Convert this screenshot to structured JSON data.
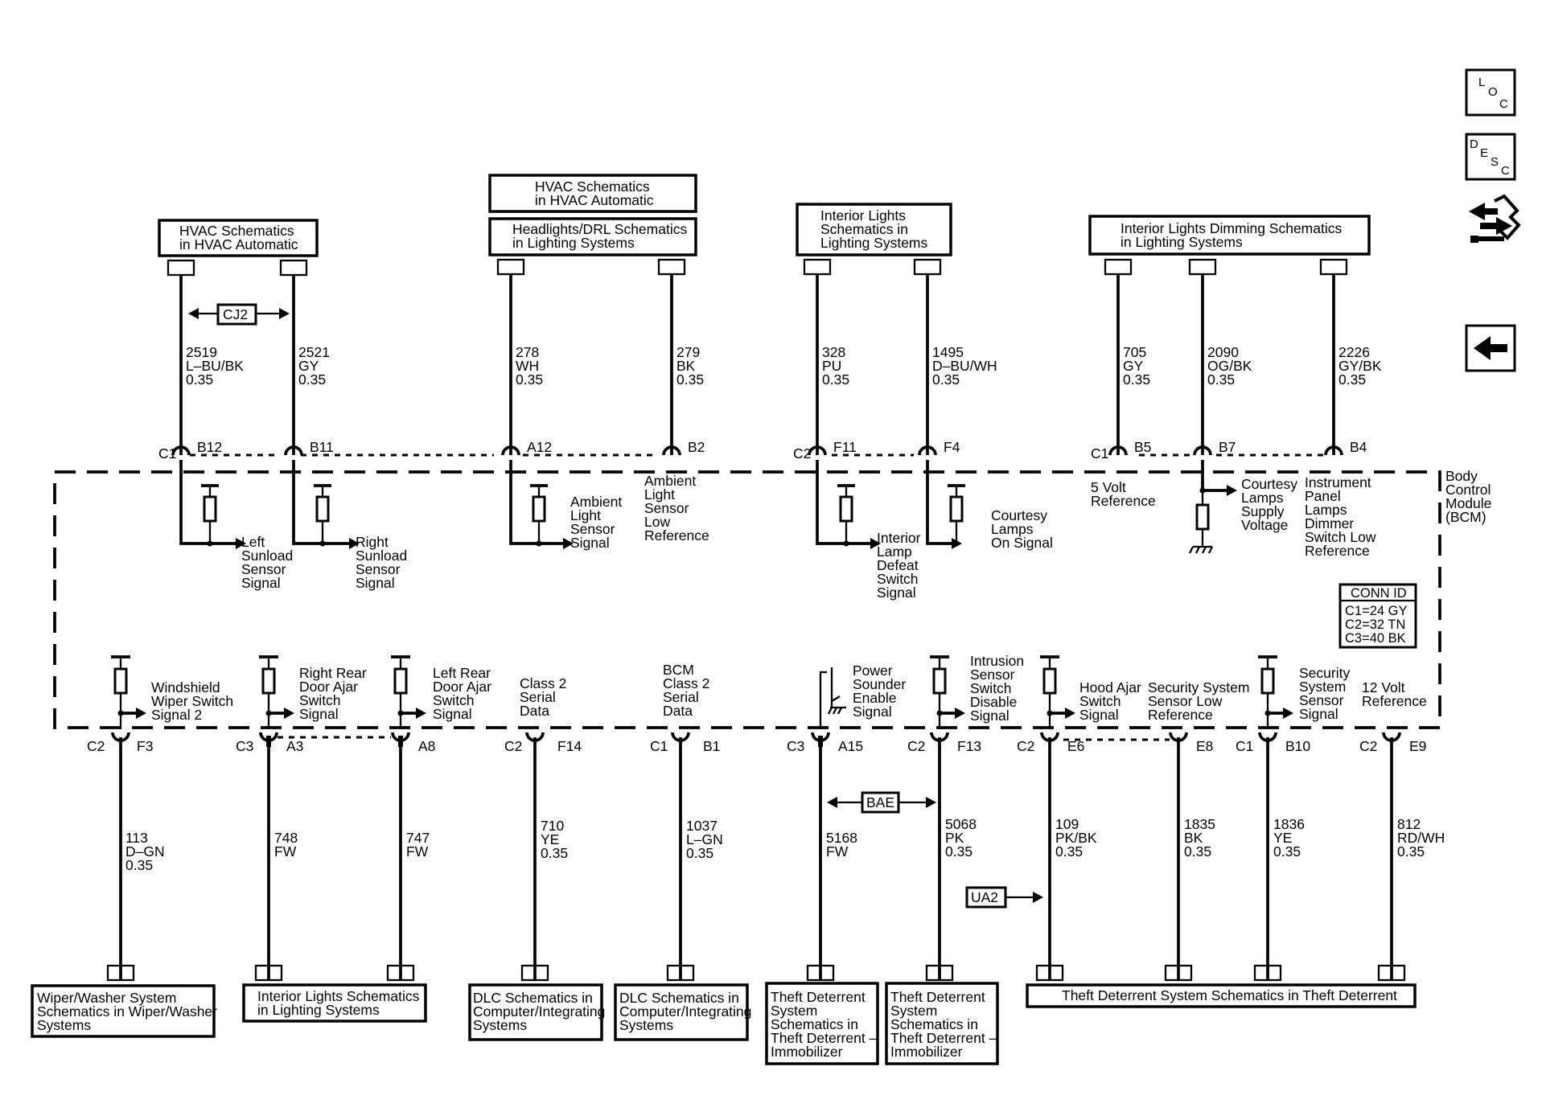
{
  "side_buttons": [
    {
      "name": "loc-button",
      "letters": [
        "L",
        "O",
        "C"
      ]
    },
    {
      "name": "desc-button",
      "letters": [
        "D",
        "E",
        "S",
        "C"
      ]
    }
  ],
  "module": {
    "label": [
      "Body",
      "Control",
      "Module",
      "(BCM)"
    ]
  },
  "conn_id": {
    "title": "CONN ID",
    "lines": [
      "C1=24 GY",
      "C2=32 TN",
      "C3=40 BK"
    ]
  },
  "top_boxes": [
    {
      "name": "hvac-left-box",
      "lines": [
        "HVAC Schematics",
        "in HVAC Automatic"
      ]
    },
    {
      "name": "hvac-upper-box",
      "lines": [
        "HVAC Schematics",
        "in HVAC Automatic"
      ]
    },
    {
      "name": "headlights-drl-box",
      "lines": [
        "Headlights/DRL Schematics",
        "in Lighting Systems"
      ]
    },
    {
      "name": "interior-lights-top-box",
      "lines": [
        "Interior Lights",
        "Schematics in",
        "Lighting Systems"
      ]
    },
    {
      "name": "dimming-box",
      "lines": [
        "Interior Lights Dimming Schematics",
        "in Lighting Systems"
      ]
    }
  ],
  "bottom_boxes": [
    {
      "name": "wiper-washer-box",
      "lines": [
        "Wiper/Washer System",
        "Schematics in Wiper/Washer",
        "Systems"
      ]
    },
    {
      "name": "interior-lights-bottom-box",
      "lines": [
        "Interior Lights Schematics",
        "in Lighting Systems"
      ]
    },
    {
      "name": "dlc-box-1",
      "lines": [
        "DLC Schematics in",
        "Computer/Integrating",
        "Systems"
      ]
    },
    {
      "name": "dlc-box-2",
      "lines": [
        "DLC Schematics in",
        "Computer/Integrating",
        "Systems"
      ]
    },
    {
      "name": "theft-immobilizer-box-1",
      "lines": [
        "Theft Deterrent",
        "System",
        "Schematics in",
        "Theft Deterrent –",
        "Immobilizer"
      ]
    },
    {
      "name": "theft-immobilizer-box-2",
      "lines": [
        "Theft Deterrent",
        "System",
        "Schematics in",
        "Theft Deterrent –",
        "Immobilizer"
      ]
    },
    {
      "name": "theft-deterrent-box",
      "lines": [
        "Theft Deterrent System Schematics in Theft Deterrent"
      ]
    }
  ],
  "tags": {
    "cj2": "CJ2",
    "bae": "BAE",
    "ua2": "UA2"
  },
  "top_wires": [
    {
      "conn": "C1",
      "pin": "B12",
      "circuit": "2519",
      "color": "L–BU/BK",
      "gauge": "0.35",
      "signal": [
        "Left",
        "Sunload",
        "Sensor",
        "Signal"
      ]
    },
    {
      "pin": "B11",
      "circuit": "2521",
      "color": "GY",
      "gauge": "0.35",
      "signal": [
        "Right",
        "Sunload",
        "Sensor",
        "Signal"
      ]
    },
    {
      "pin": "A12",
      "circuit": "278",
      "color": "WH",
      "gauge": "0.35",
      "signal": [
        "Ambient",
        "Light",
        "Sensor",
        "Signal"
      ]
    },
    {
      "pin": "B2",
      "circuit": "279",
      "color": "BK",
      "gauge": "0.35",
      "signal": [
        "Ambient",
        "Light",
        "Sensor",
        "Low",
        "Reference"
      ]
    },
    {
      "conn": "C2",
      "pin": "F11",
      "circuit": "328",
      "color": "PU",
      "gauge": "0.35",
      "signal": [
        "Interior",
        "Lamp",
        "Defeat",
        "Switch",
        "Signal"
      ]
    },
    {
      "pin": "F4",
      "circuit": "1495",
      "color": "D–BU/WH",
      "gauge": "0.35",
      "signal": [
        "Courtesy",
        "Lamps",
        "On Signal"
      ]
    },
    {
      "conn": "C1",
      "pin": "B5",
      "circuit": "705",
      "color": "GY",
      "gauge": "0.35",
      "signal": [
        "5 Volt",
        "Reference"
      ]
    },
    {
      "pin": "B7",
      "circuit": "2090",
      "color": "OG/BK",
      "gauge": "0.35",
      "signal": [
        "Courtesy",
        "Lamps",
        "Supply",
        "Voltage"
      ]
    },
    {
      "pin": "B4",
      "circuit": "2226",
      "color": "GY/BK",
      "gauge": "0.35",
      "signal": [
        "Instrument",
        "Panel",
        "Lamps",
        "Dimmer",
        "Switch Low",
        "Reference"
      ]
    }
  ],
  "bottom_wires": [
    {
      "conn": "C2",
      "pin": "F3",
      "circuit": "113",
      "color": "D–GN",
      "gauge": "0.35",
      "signal": [
        "Windshield",
        "Wiper Switch",
        "Signal 2"
      ]
    },
    {
      "conn": "C3",
      "pin": "A3",
      "circuit": "748",
      "color": "FW",
      "signal": [
        "Right Rear",
        "Door Ajar",
        "Switch",
        "Signal"
      ]
    },
    {
      "pin": "A8",
      "circuit": "747",
      "color": "FW",
      "signal": [
        "Left Rear",
        "Door Ajar",
        "Switch",
        "Signal"
      ]
    },
    {
      "conn": "C2",
      "pin": "F14",
      "circuit": "710",
      "color": "YE",
      "gauge": "0.35",
      "signal": [
        "Class 2",
        "Serial",
        "Data"
      ]
    },
    {
      "conn": "C1",
      "pin": "B1",
      "circuit": "1037",
      "color": "L–GN",
      "gauge": "0.35",
      "signal": [
        "BCM",
        "Class 2",
        "Serial",
        "Data"
      ]
    },
    {
      "conn": "C3",
      "pin": "A15",
      "circuit": "5168",
      "color": "FW",
      "signal": [
        "Power",
        "Sounder",
        "Enable",
        "Signal"
      ]
    },
    {
      "conn": "C2",
      "pin": "F13",
      "circuit": "5068",
      "color": "PK",
      "gauge": "0.35",
      "signal": [
        "Intrusion",
        "Sensor",
        "Switch",
        "Disable",
        "Signal"
      ]
    },
    {
      "conn": "C2",
      "pin": "E6",
      "circuit": "109",
      "color": "PK/BK",
      "gauge": "0.35",
      "signal": [
        "Hood Ajar",
        "Switch",
        "Signal"
      ]
    },
    {
      "pin": "E8",
      "circuit": "1835",
      "color": "BK",
      "gauge": "0.35",
      "signal": [
        "Security System",
        "Sensor Low",
        "Reference"
      ]
    },
    {
      "conn": "C1",
      "pin": "B10",
      "circuit": "1836",
      "color": "YE",
      "gauge": "0.35",
      "signal": [
        "Security",
        "System",
        "Sensor",
        "Signal"
      ]
    },
    {
      "conn": "C2",
      "pin": "E9",
      "circuit": "812",
      "color": "RD/WH",
      "gauge": "0.35",
      "signal": [
        "12 Volt",
        "Reference"
      ]
    }
  ]
}
